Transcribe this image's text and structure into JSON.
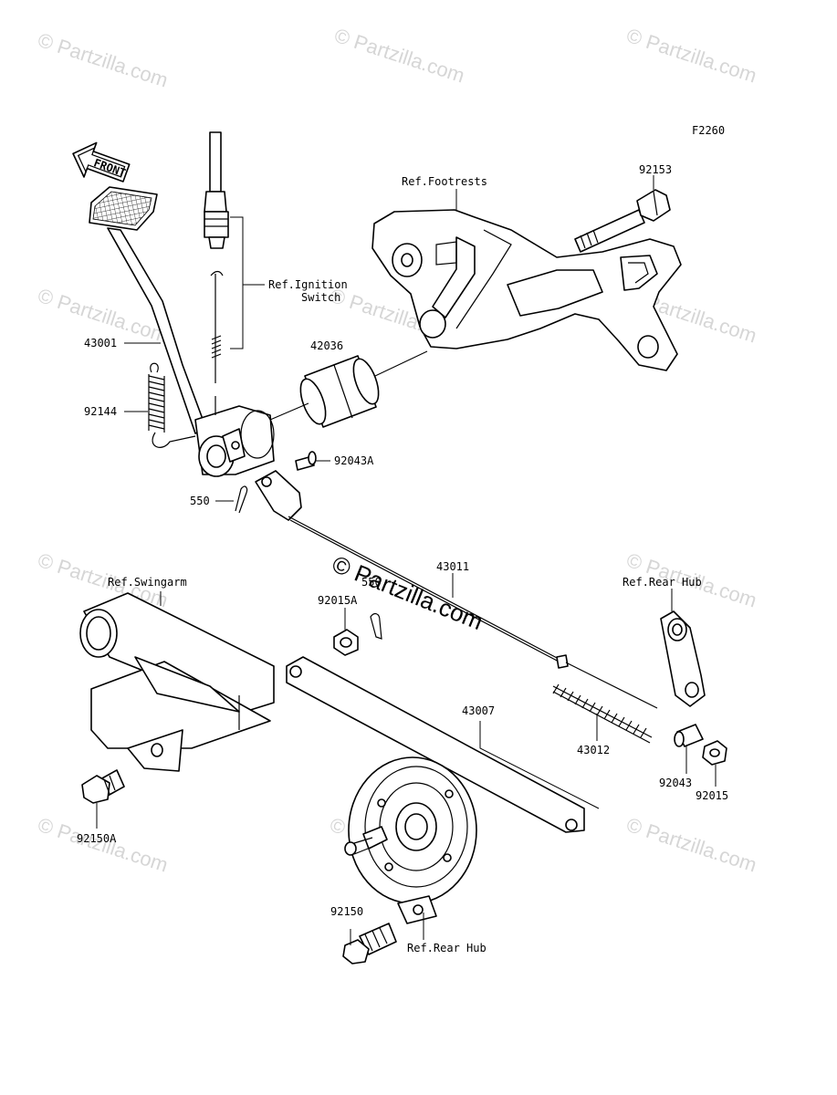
{
  "figure_code": "F2260",
  "watermark": {
    "brand_text": "© Partzilla.com",
    "center_text": "© Partzilla.com"
  },
  "front_arrow": "FRONT",
  "labels": {
    "p92153": "92153",
    "ref_footrests": "Ref.Footrests",
    "ref_ignition_line1": "Ref.Ignition",
    "ref_ignition_line2": "Switch",
    "p43001": "43001",
    "p42036": "42036",
    "p92144": "92144",
    "p92043A": "92043A",
    "p550_top": "550",
    "p43011": "43011",
    "ref_swingarm": "Ref.Swingarm",
    "p550_mid": "550",
    "p92015A": "92015A",
    "ref_rear_hub_right": "Ref.Rear Hub",
    "p43007": "43007",
    "p43012": "43012",
    "p92043": "92043",
    "p92015": "92015",
    "p92150A": "92150A",
    "p92150": "92150",
    "ref_rear_hub_bottom": "Ref.Rear Hub"
  }
}
